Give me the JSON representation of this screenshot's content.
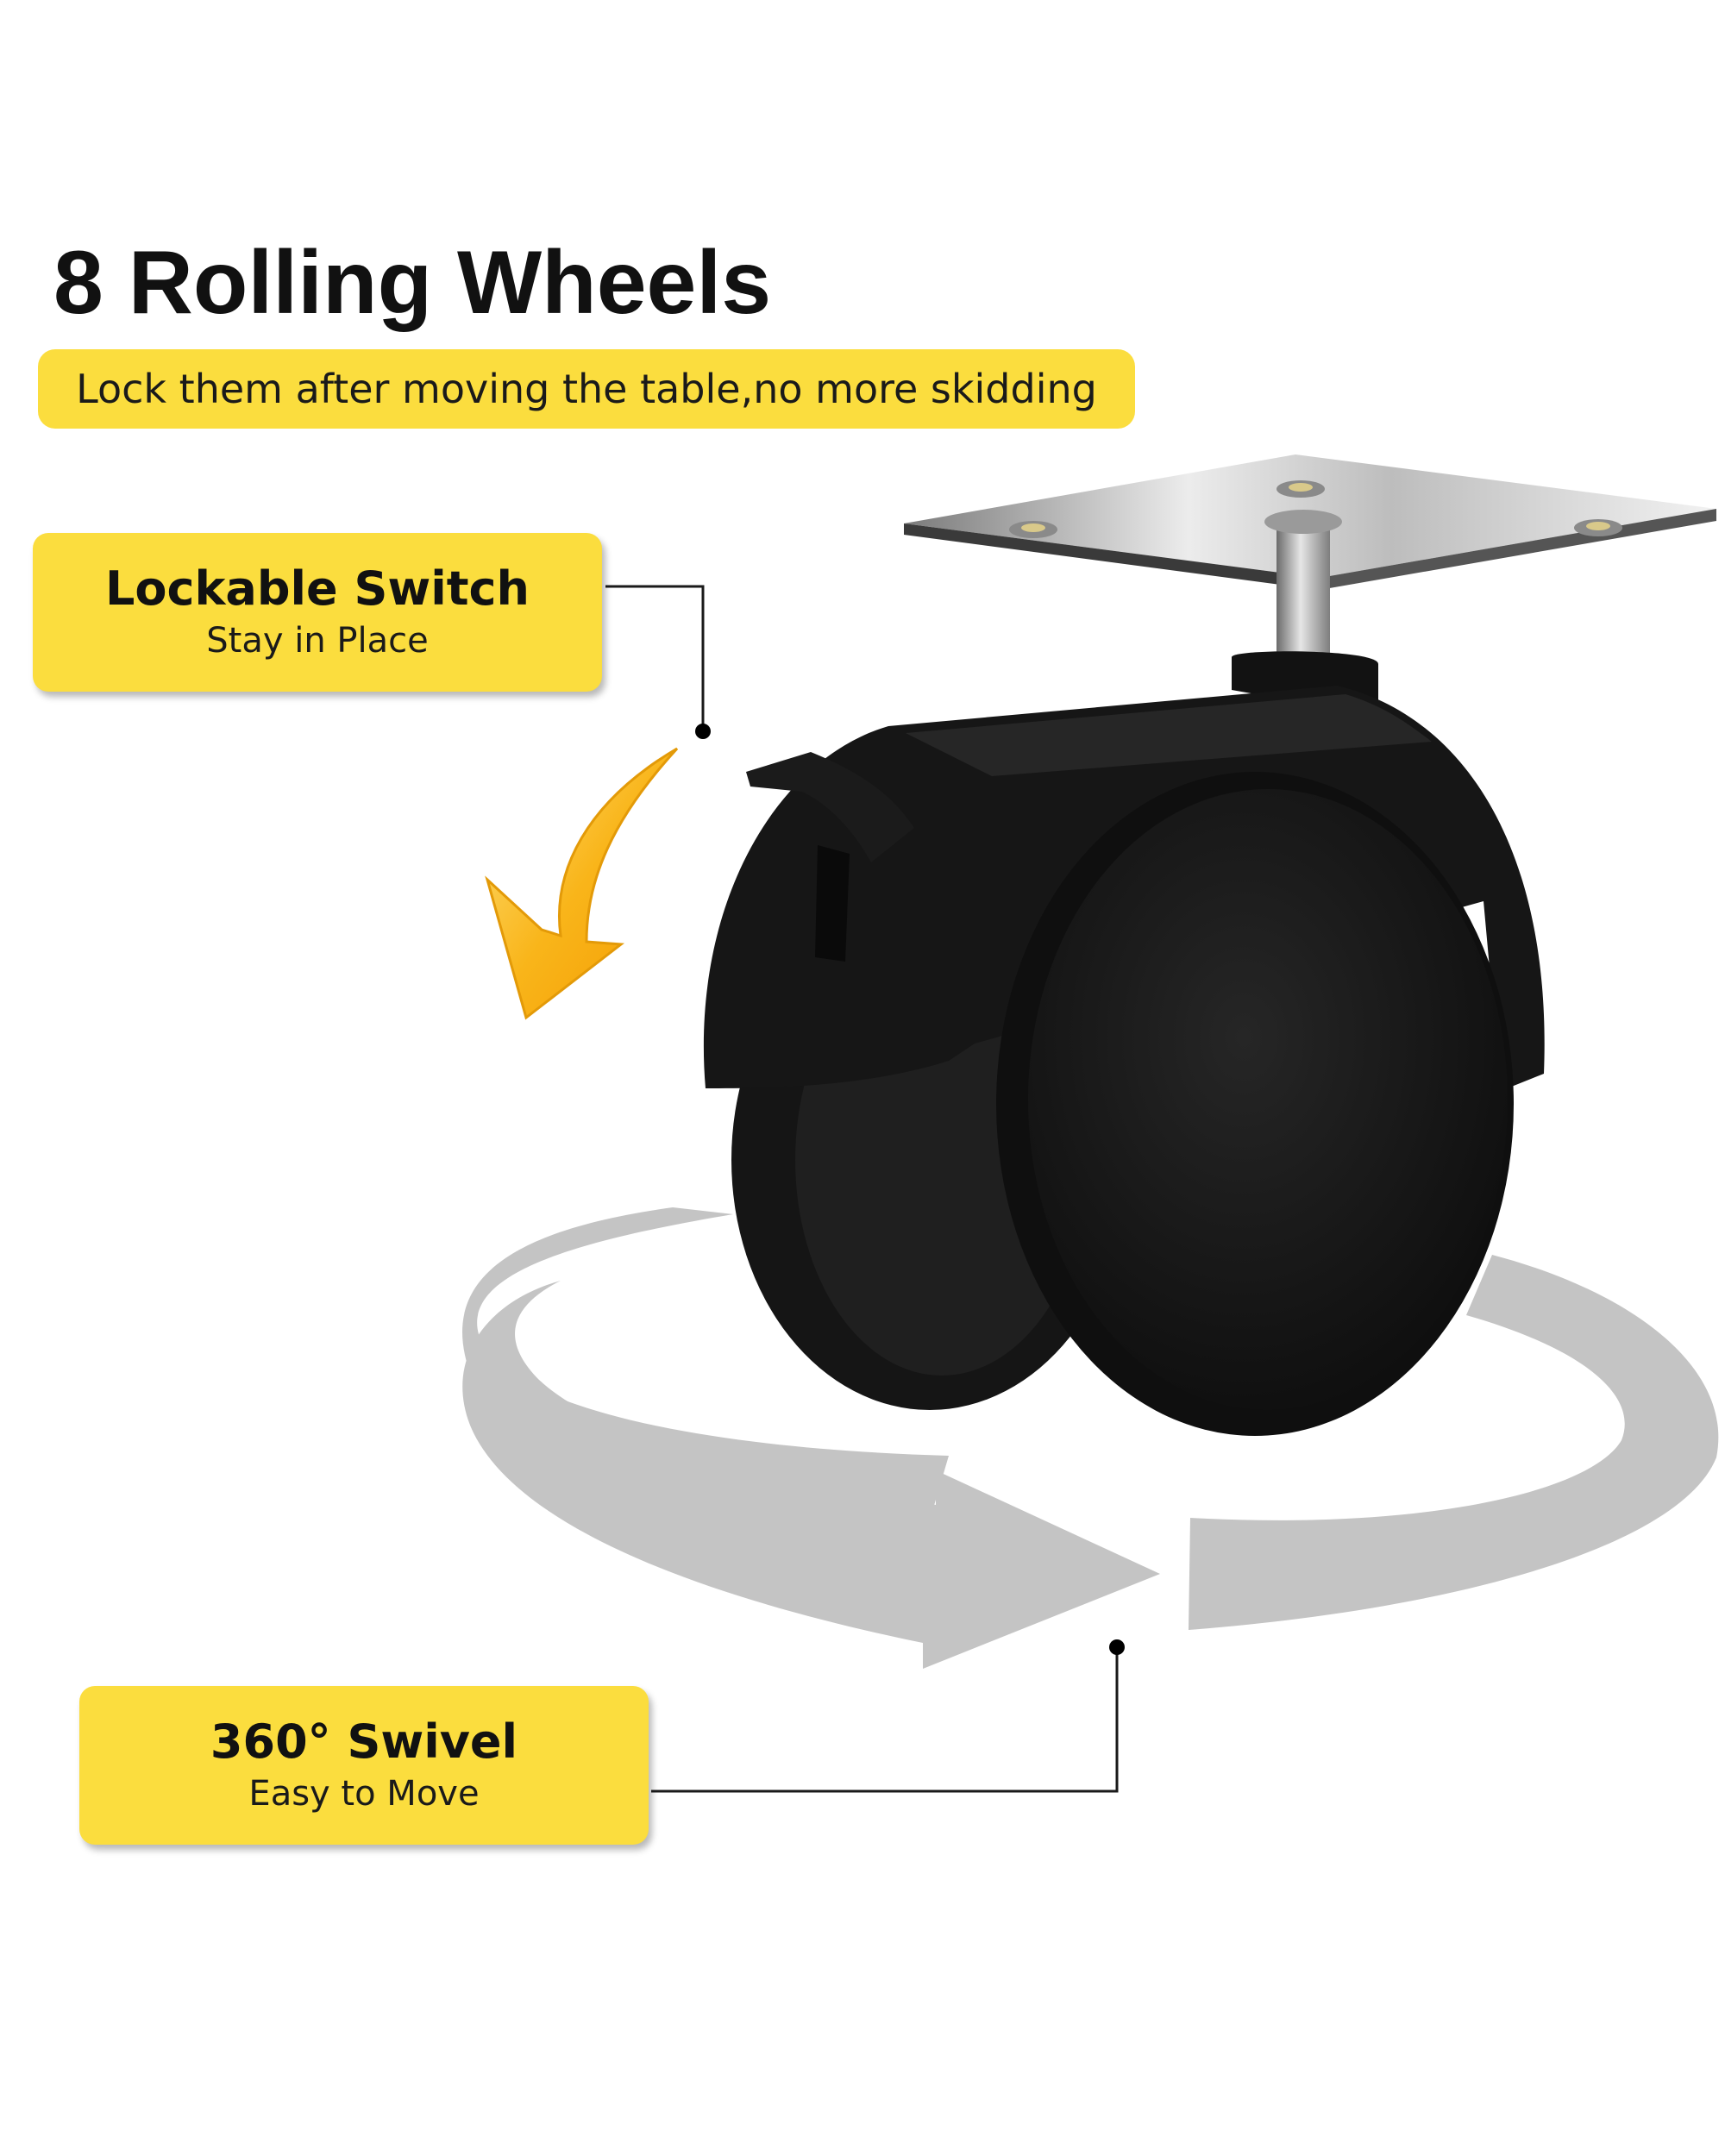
{
  "header": {
    "title": "8 Rolling Wheels",
    "subtitle": "Lock them after moving the table,no more skidding"
  },
  "callouts": {
    "lock": {
      "heading": "Lockable Switch",
      "subheading": "Stay in Place"
    },
    "swivel": {
      "heading": "360° Swivel",
      "subheading": "Easy to Move"
    }
  },
  "colors": {
    "accent_yellow": "#fbdd3e",
    "arrow_orange": "#f8b414",
    "swivel_ring_gray": "#c4c4c4",
    "wheel_black": "#141414",
    "text_dark": "#111111"
  },
  "icons": {
    "lock_arrow": "curved-arrow-down-icon",
    "swivel_ring": "rotation-arrow-icon"
  }
}
